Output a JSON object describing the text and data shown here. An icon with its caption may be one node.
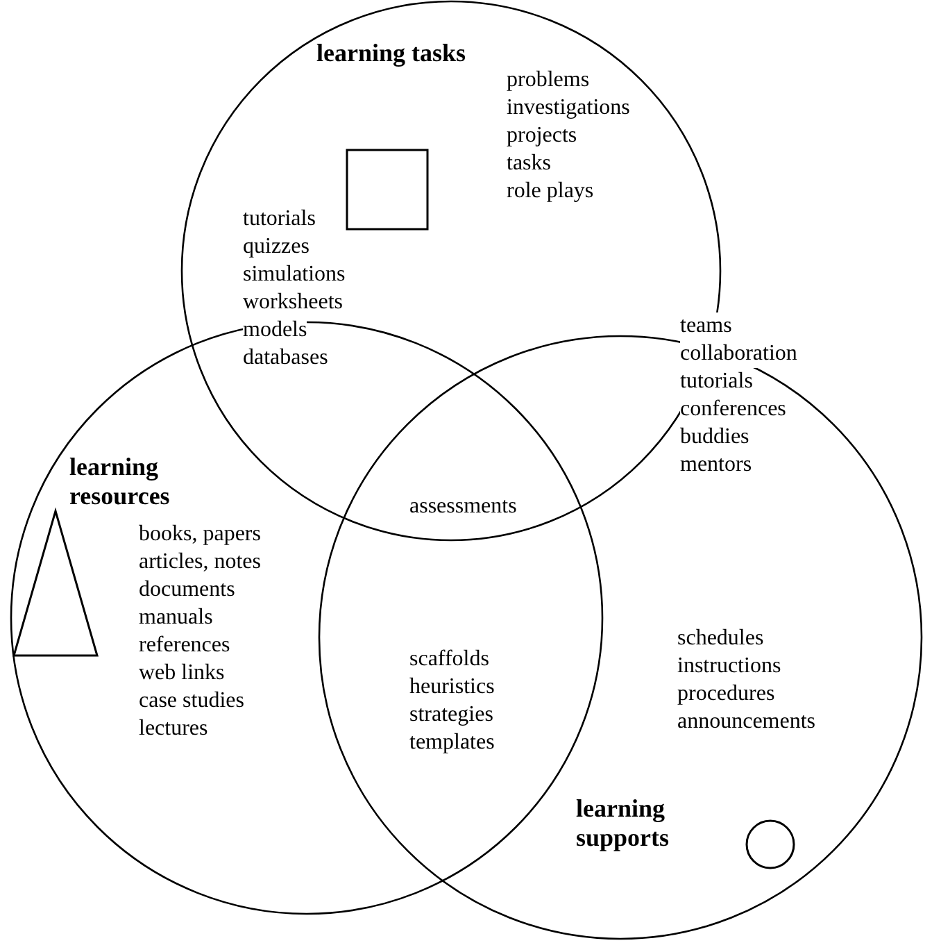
{
  "diagram": {
    "nodes": [
      {
        "text": [
          "learning tasks"
        ]
      },
      {
        "text": [
          "learning resources"
        ]
      },
      {
        "text": [
          "learning supports"
        ]
      }
    ],
    "edges": [],
    "labels": [
      "problems",
      "investigations",
      "projects",
      "tasks",
      "role plays",
      "tutorials",
      "quizzes",
      "simulations",
      "worksheets",
      "models",
      "databases",
      "teams",
      "collaboration",
      "tutorials",
      "conferences",
      "buddies",
      "mentors",
      "assessments",
      "books, papers",
      "articles, notes",
      "documents",
      "manuals",
      "references",
      "web links",
      "case studies",
      "lectures",
      "scaffolds",
      "heuristics",
      "strategies",
      "templates",
      "schedules",
      "instructions",
      "procedures",
      "announcements"
    ]
  }
}
